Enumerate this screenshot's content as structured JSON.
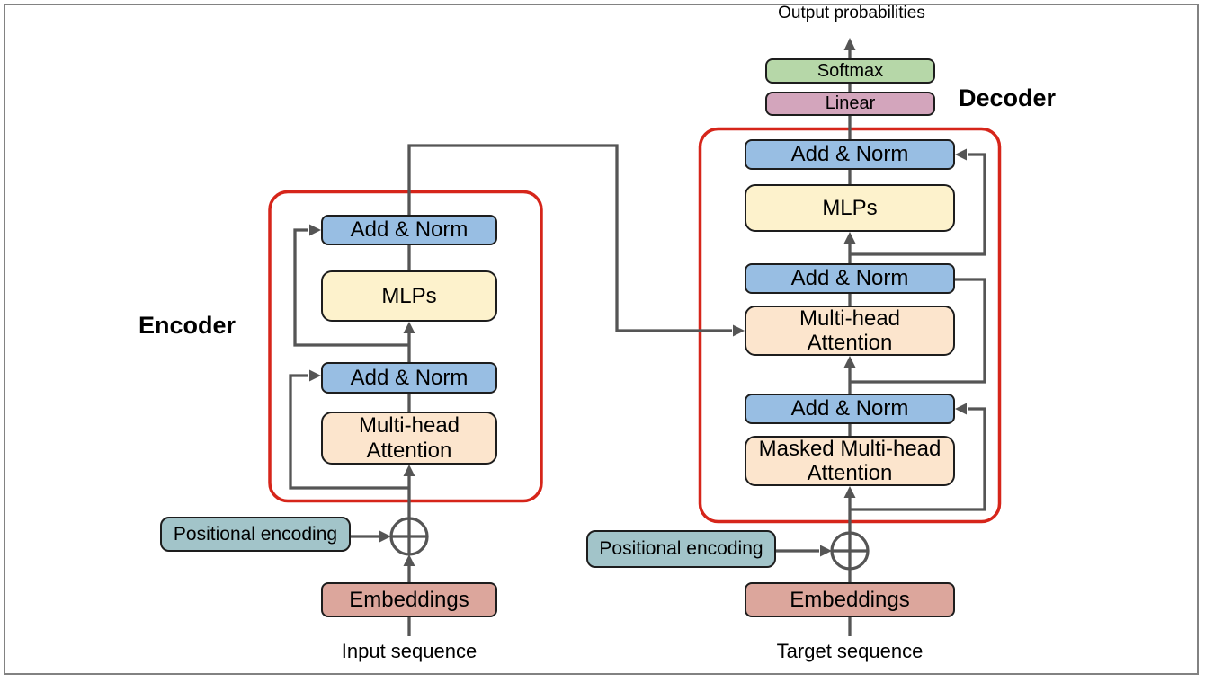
{
  "colors": {
    "line": "#555555",
    "red_outline": "#d6251a",
    "blue": "#98bee3",
    "yellow": "#fdf2cc",
    "peach": "#fce5cd",
    "green": "#b6d7a8",
    "pink": "#d3a5bc",
    "teal": "#a2c4c9",
    "salmon": "#dca69c"
  },
  "figure": {
    "output_label": "Output probabilities",
    "softmax": "Softmax",
    "linear": "Linear",
    "encoder": {
      "title": "Encoder",
      "add_norm_top": "Add & Norm",
      "mlps": "MLPs",
      "add_norm_bottom": "Add & Norm",
      "attention": "Multi-head\nAttention",
      "positional_encoding": "Positional encoding",
      "embeddings": "Embeddings",
      "input_label": "Input sequence"
    },
    "decoder": {
      "title": "Decoder",
      "add_norm_top": "Add & Norm",
      "mlps": "MLPs",
      "add_norm_mid": "Add & Norm",
      "cross_attention": "Multi-head\nAttention",
      "add_norm_bottom": "Add & Norm",
      "masked_attention": "Masked Multi-head\nAttention",
      "positional_encoding": "Positional encoding",
      "embeddings": "Embeddings",
      "input_label": "Target sequence"
    }
  }
}
